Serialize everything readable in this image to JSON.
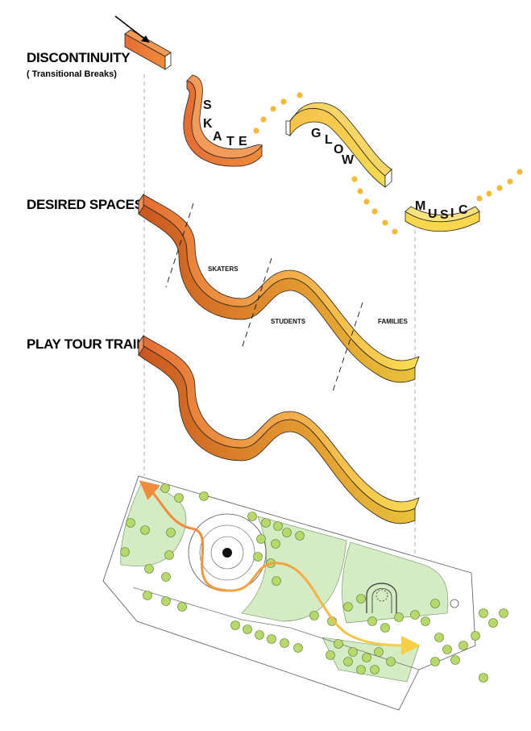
{
  "labels": {
    "discontinuity": "DISCONTINUITY",
    "discontinuity_sub": "( Transitional Breaks)",
    "desired_spaces": "DESIRED SPACES",
    "play_tour_trail": "PLAY TOUR TRAIL"
  },
  "segment_words": {
    "skate": [
      "S",
      "K",
      "A",
      "T",
      "E"
    ],
    "glow": [
      "G",
      "L",
      "O",
      "W"
    ],
    "music": [
      "M",
      "U",
      "S",
      "I",
      "C"
    ]
  },
  "zones": {
    "skaters": "SKATERS",
    "students": "STUDENTS",
    "families": "FAMILIES"
  },
  "colors": {
    "ribbon_start": "#e8793a",
    "ribbon_end": "#f7d94c",
    "dots": "#f4b93a",
    "park_green": "#d4ebc4",
    "tree": "#b7d86a",
    "path_arrow_start": "#f08a3c",
    "path_arrow_end": "#f7d04a"
  },
  "icons": {
    "entry_arrow": "arrow-icon",
    "tree": "tree-icon"
  }
}
